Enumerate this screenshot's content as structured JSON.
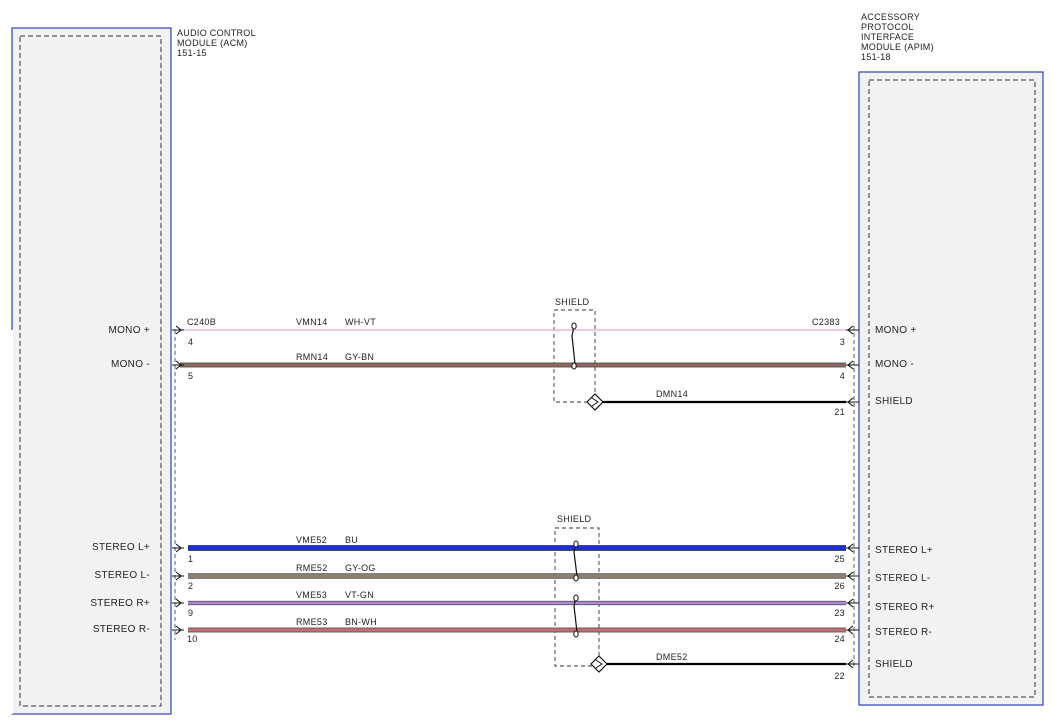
{
  "left_module": {
    "name_line1": "AUDIO CONTROL",
    "name_line2": "MODULE (ACM)",
    "id": "151-15",
    "connector": "C240B",
    "pins": [
      {
        "label": "MONO +",
        "pin": "4"
      },
      {
        "label": "MONO -",
        "pin": "5"
      },
      {
        "label": "STEREO L+",
        "pin": "1"
      },
      {
        "label": "STEREO L-",
        "pin": "2"
      },
      {
        "label": "STEREO R+",
        "pin": "9"
      },
      {
        "label": "STEREO R-",
        "pin": "10"
      }
    ]
  },
  "right_module": {
    "name_line1": "ACCESSORY",
    "name_line2": "PROTOCOL",
    "name_line3": "INTERFACE",
    "name_line4": "MODULE (APIM)",
    "id": "151-18",
    "connector": "C2383",
    "pins": [
      {
        "label": "MONO +",
        "pin": "3"
      },
      {
        "label": "MONO -",
        "pin": "4"
      },
      {
        "label": "SHIELD",
        "pin": "21"
      },
      {
        "label": "STEREO L+",
        "pin": "25"
      },
      {
        "label": "STEREO L-",
        "pin": "26"
      },
      {
        "label": "STEREO R+",
        "pin": "23"
      },
      {
        "label": "STEREO R-",
        "pin": "24"
      },
      {
        "label": "SHIELD",
        "pin": "22"
      }
    ]
  },
  "wires": [
    {
      "circuit": "VMN14",
      "color_code": "WH-VT",
      "color": "#e9b8e4"
    },
    {
      "circuit": "RMN14",
      "color_code": "GY-BN",
      "color": "#8a6a5e"
    },
    {
      "circuit": "DMN14",
      "color_code": "",
      "color": "#000000"
    },
    {
      "circuit": "VME52",
      "color_code": "BU",
      "color": "#1d2fd6"
    },
    {
      "circuit": "RME52",
      "color_code": "GY-OG",
      "color": "#8c7f6e"
    },
    {
      "circuit": "VME53",
      "color_code": "VT-GN",
      "color": "#b18ad6"
    },
    {
      "circuit": "RME53",
      "color_code": "BN-WH",
      "color": "#c07070"
    },
    {
      "circuit": "DME52",
      "color_code": "",
      "color": "#000000"
    }
  ],
  "shields": [
    {
      "label": "SHIELD"
    },
    {
      "label": "SHIELD"
    }
  ]
}
